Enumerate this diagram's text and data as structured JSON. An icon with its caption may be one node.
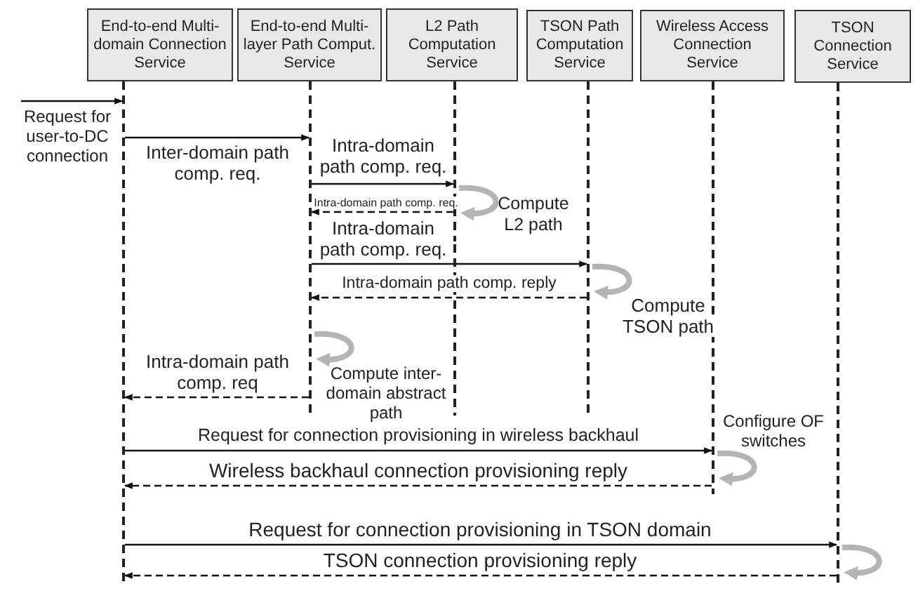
{
  "diagram": {
    "nodes": [
      {
        "text": [
          "End-to-end Multi-domain Connection Service"
        ]
      },
      {
        "text": [
          "End-to-end Multi-layer Path Comput. Service"
        ]
      },
      {
        "text": [
          "L2 Path Computation Service"
        ]
      },
      {
        "text": [
          "TSON Path Computation Service"
        ]
      },
      {
        "text": [
          "Wireless Access Connection Service"
        ]
      },
      {
        "text": [
          "TSON Connection Service"
        ]
      }
    ],
    "edges": [
      {
        "from": null,
        "to": 0,
        "arrow": "to",
        "label": "Request for user-to-DC connection"
      },
      {
        "from": 0,
        "to": 1,
        "arrow": "to",
        "label": "Inter-domain path comp. req."
      },
      {
        "from": 1,
        "to": 2,
        "arrow": "to",
        "label": "Intra-domain path comp. req."
      },
      {
        "from": 2,
        "to": 2,
        "arrow": "to",
        "label": "Compute L2 path",
        "style": "thick",
        "color": "#b4b4b4"
      },
      {
        "from": 2,
        "to": 1,
        "arrow": "to",
        "label": "Intra-domain path comp. req.",
        "style": "dashed"
      },
      {
        "from": 1,
        "to": 3,
        "arrow": "to",
        "label": "Intra-domain path comp. req."
      },
      {
        "from": 3,
        "to": 3,
        "arrow": "to",
        "label": "Compute TSON path",
        "style": "thick",
        "color": "#b4b4b4"
      },
      {
        "from": 3,
        "to": 1,
        "arrow": "to",
        "label": "Intra-domain path comp. reply",
        "style": "dashed"
      },
      {
        "from": 1,
        "to": 1,
        "arrow": "to",
        "label": "Compute inter-domain abstract path",
        "style": "thick",
        "color": "#b4b4b4"
      },
      {
        "from": 1,
        "to": 0,
        "arrow": "to",
        "label": "Intra-domain path comp. req",
        "style": "dashed"
      },
      {
        "from": 0,
        "to": 4,
        "arrow": "to",
        "label": "Request for connection provisioning in wireless backhaul"
      },
      {
        "from": 4,
        "to": 4,
        "arrow": "to",
        "label": "Configure OF switches",
        "style": "thick",
        "color": "#b4b4b4"
      },
      {
        "from": 4,
        "to": 0,
        "arrow": "to",
        "label": "Wireless backhaul connection provisioning reply",
        "style": "dashed"
      },
      {
        "from": 0,
        "to": 5,
        "arrow": "to",
        "label": "Request for connection provisioning in TSON domain"
      },
      {
        "from": 5,
        "to": 5,
        "arrow": "to",
        "style": "thick",
        "color": "#b4b4b4"
      },
      {
        "from": 5,
        "to": 0,
        "arrow": "to",
        "label": "TSON connection provisioning reply",
        "style": "dashed"
      }
    ]
  }
}
